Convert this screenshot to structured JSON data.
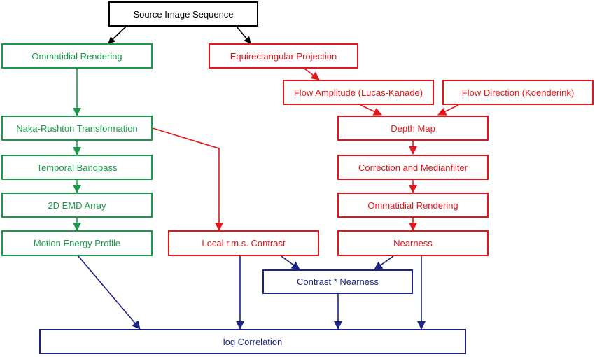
{
  "diagram": {
    "nodes": {
      "source": "Source Image Sequence",
      "ommatidial_rendering_left": "Ommatidial Rendering",
      "naka_rushton": "Naka-Rushton Transformation",
      "temporal_bandpass": "Temporal Bandpass",
      "emd_array": "2D EMD Array",
      "motion_energy": "Motion Energy Profile",
      "equirectangular": "Equirectangular Projection",
      "flow_amplitude": "Flow Amplitude (Lucas-Kanade)",
      "flow_direction": "Flow Direction (Koenderink)",
      "depth_map": "Depth Map",
      "correction": "Correction and Medianfilter",
      "ommatidial_rendering_right": "Ommatidial Rendering",
      "nearness": "Nearness",
      "local_contrast": "Local r.m.s. Contrast",
      "contrast_nearness": "Contrast * Nearness",
      "log_correlation": "log Correlation"
    },
    "colors": {
      "source": "#000000",
      "motion_pipeline": "#1a9a4a",
      "geometry_pipeline": "#e3161b",
      "correlation": "#1c2383"
    }
  }
}
